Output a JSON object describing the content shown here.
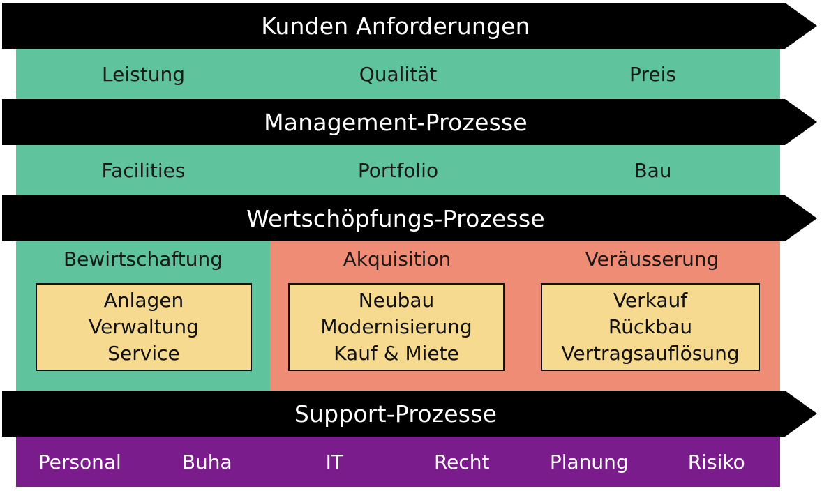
{
  "customer": {
    "title": "Kunden Anforderungen",
    "items": [
      "Leistung",
      "Qualität",
      "Preis"
    ]
  },
  "management": {
    "title": "Management-Prozesse",
    "items": [
      "Facilities",
      "Portfolio",
      "Bau"
    ]
  },
  "value_chain": {
    "title": "Wertschöpfungs-Prozesse",
    "columns": [
      {
        "title": "Bewirtschaftung",
        "items": [
          "Anlagen",
          "Verwaltung",
          "Service"
        ]
      },
      {
        "title": "Akquisition",
        "items": [
          "Neubau",
          "Modernisierung",
          "Kauf & Miete"
        ]
      },
      {
        "title": "Veräusserung",
        "items": [
          "Verkauf",
          "Rückbau",
          "Vertragsauflösung"
        ]
      }
    ]
  },
  "support": {
    "title": "Support-Prozesse",
    "items": [
      "Personal",
      "Buha",
      "IT",
      "Recht",
      "Planung",
      "Risiko"
    ]
  },
  "colors": {
    "arrow": "#000000",
    "green": "#5fc39e",
    "salmon": "#ef8c76",
    "yellow": "#f5da90",
    "purple": "#7b1c8c"
  }
}
